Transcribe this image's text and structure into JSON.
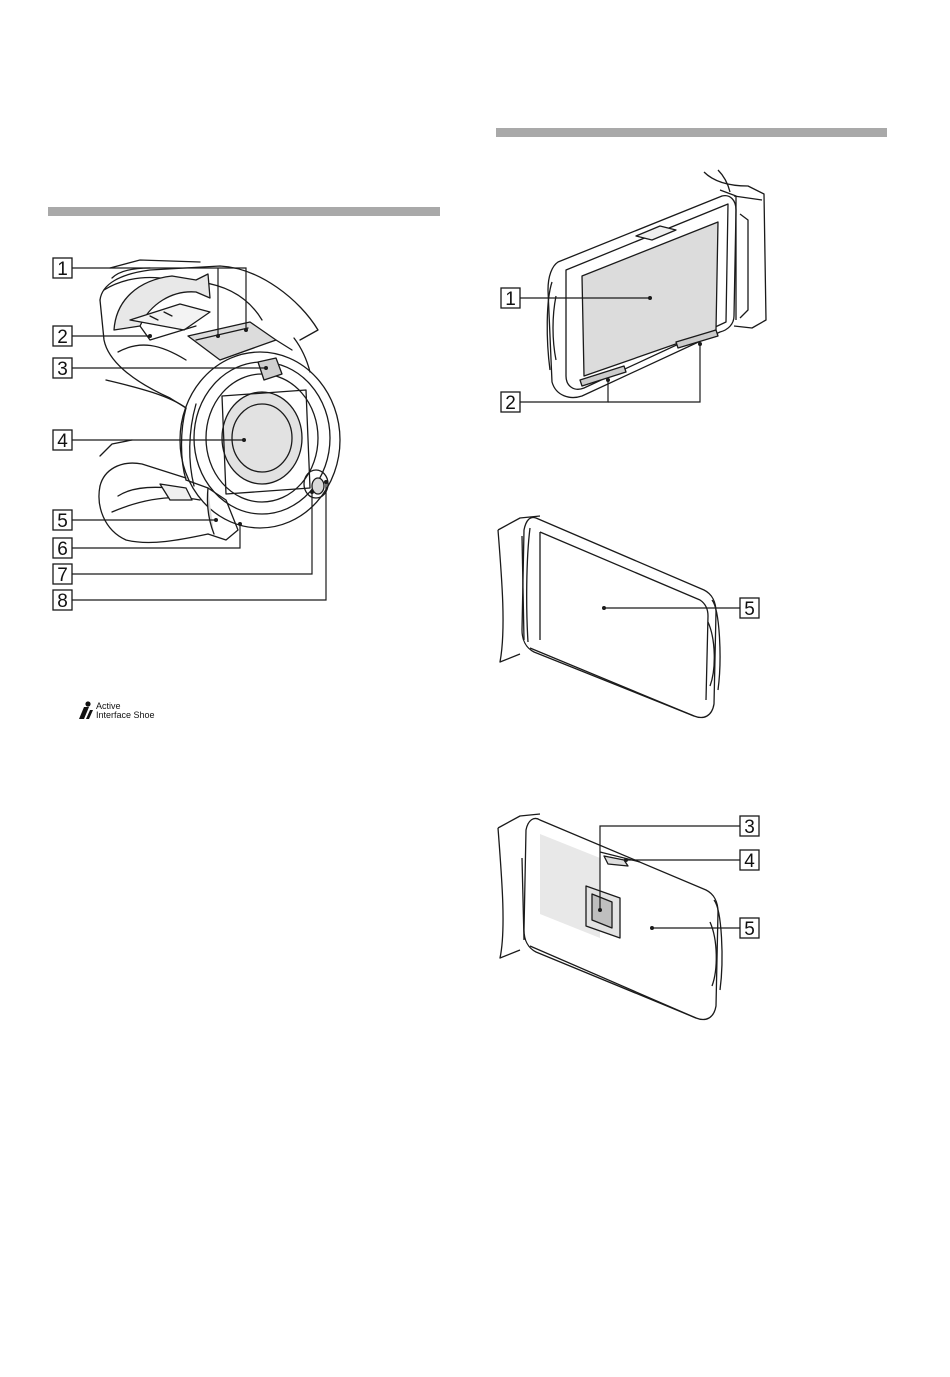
{
  "figures": {
    "front": {
      "callouts": [
        "1",
        "2",
        "3",
        "4",
        "5",
        "6",
        "7",
        "8"
      ]
    },
    "lcd_open": {
      "callouts": [
        "1",
        "2"
      ]
    },
    "lcd_closed": {
      "callouts": [
        "5"
      ]
    },
    "lcd_rotated": {
      "callouts": [
        "3",
        "4",
        "5"
      ]
    }
  },
  "logo": {
    "line1": "Active",
    "line2": "Interface Shoe",
    "icon": "active-interface-shoe-icon"
  },
  "colors": {
    "section_bar": "#a9a9a9",
    "line": "#1a1a1a"
  }
}
